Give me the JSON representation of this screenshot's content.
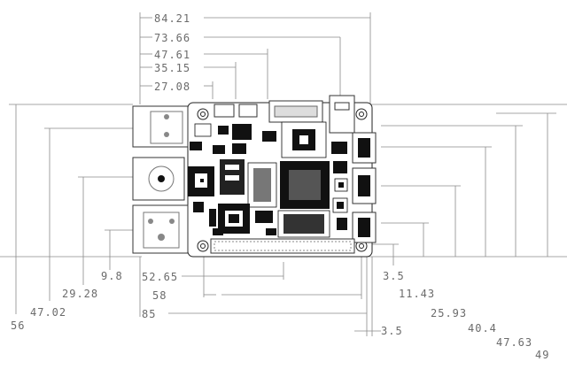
{
  "top_dimensions": [
    "84.21",
    "73.66",
    "47.61",
    "35.15",
    "27.08"
  ],
  "left_dimensions": [
    "56",
    "47.02",
    "29.28",
    "9.8"
  ],
  "bottom_dimensions": [
    "52.65",
    "58",
    "85",
    "3.5"
  ],
  "right_dimensions": [
    "3.5",
    "11.43",
    "25.93",
    "40.4",
    "47.63",
    "49"
  ],
  "icons": {
    "board": "pcb-board-outline-icon",
    "connectors": "rj45-usb-hdmi-connector-icons",
    "chips": "ic-chip-icons"
  }
}
